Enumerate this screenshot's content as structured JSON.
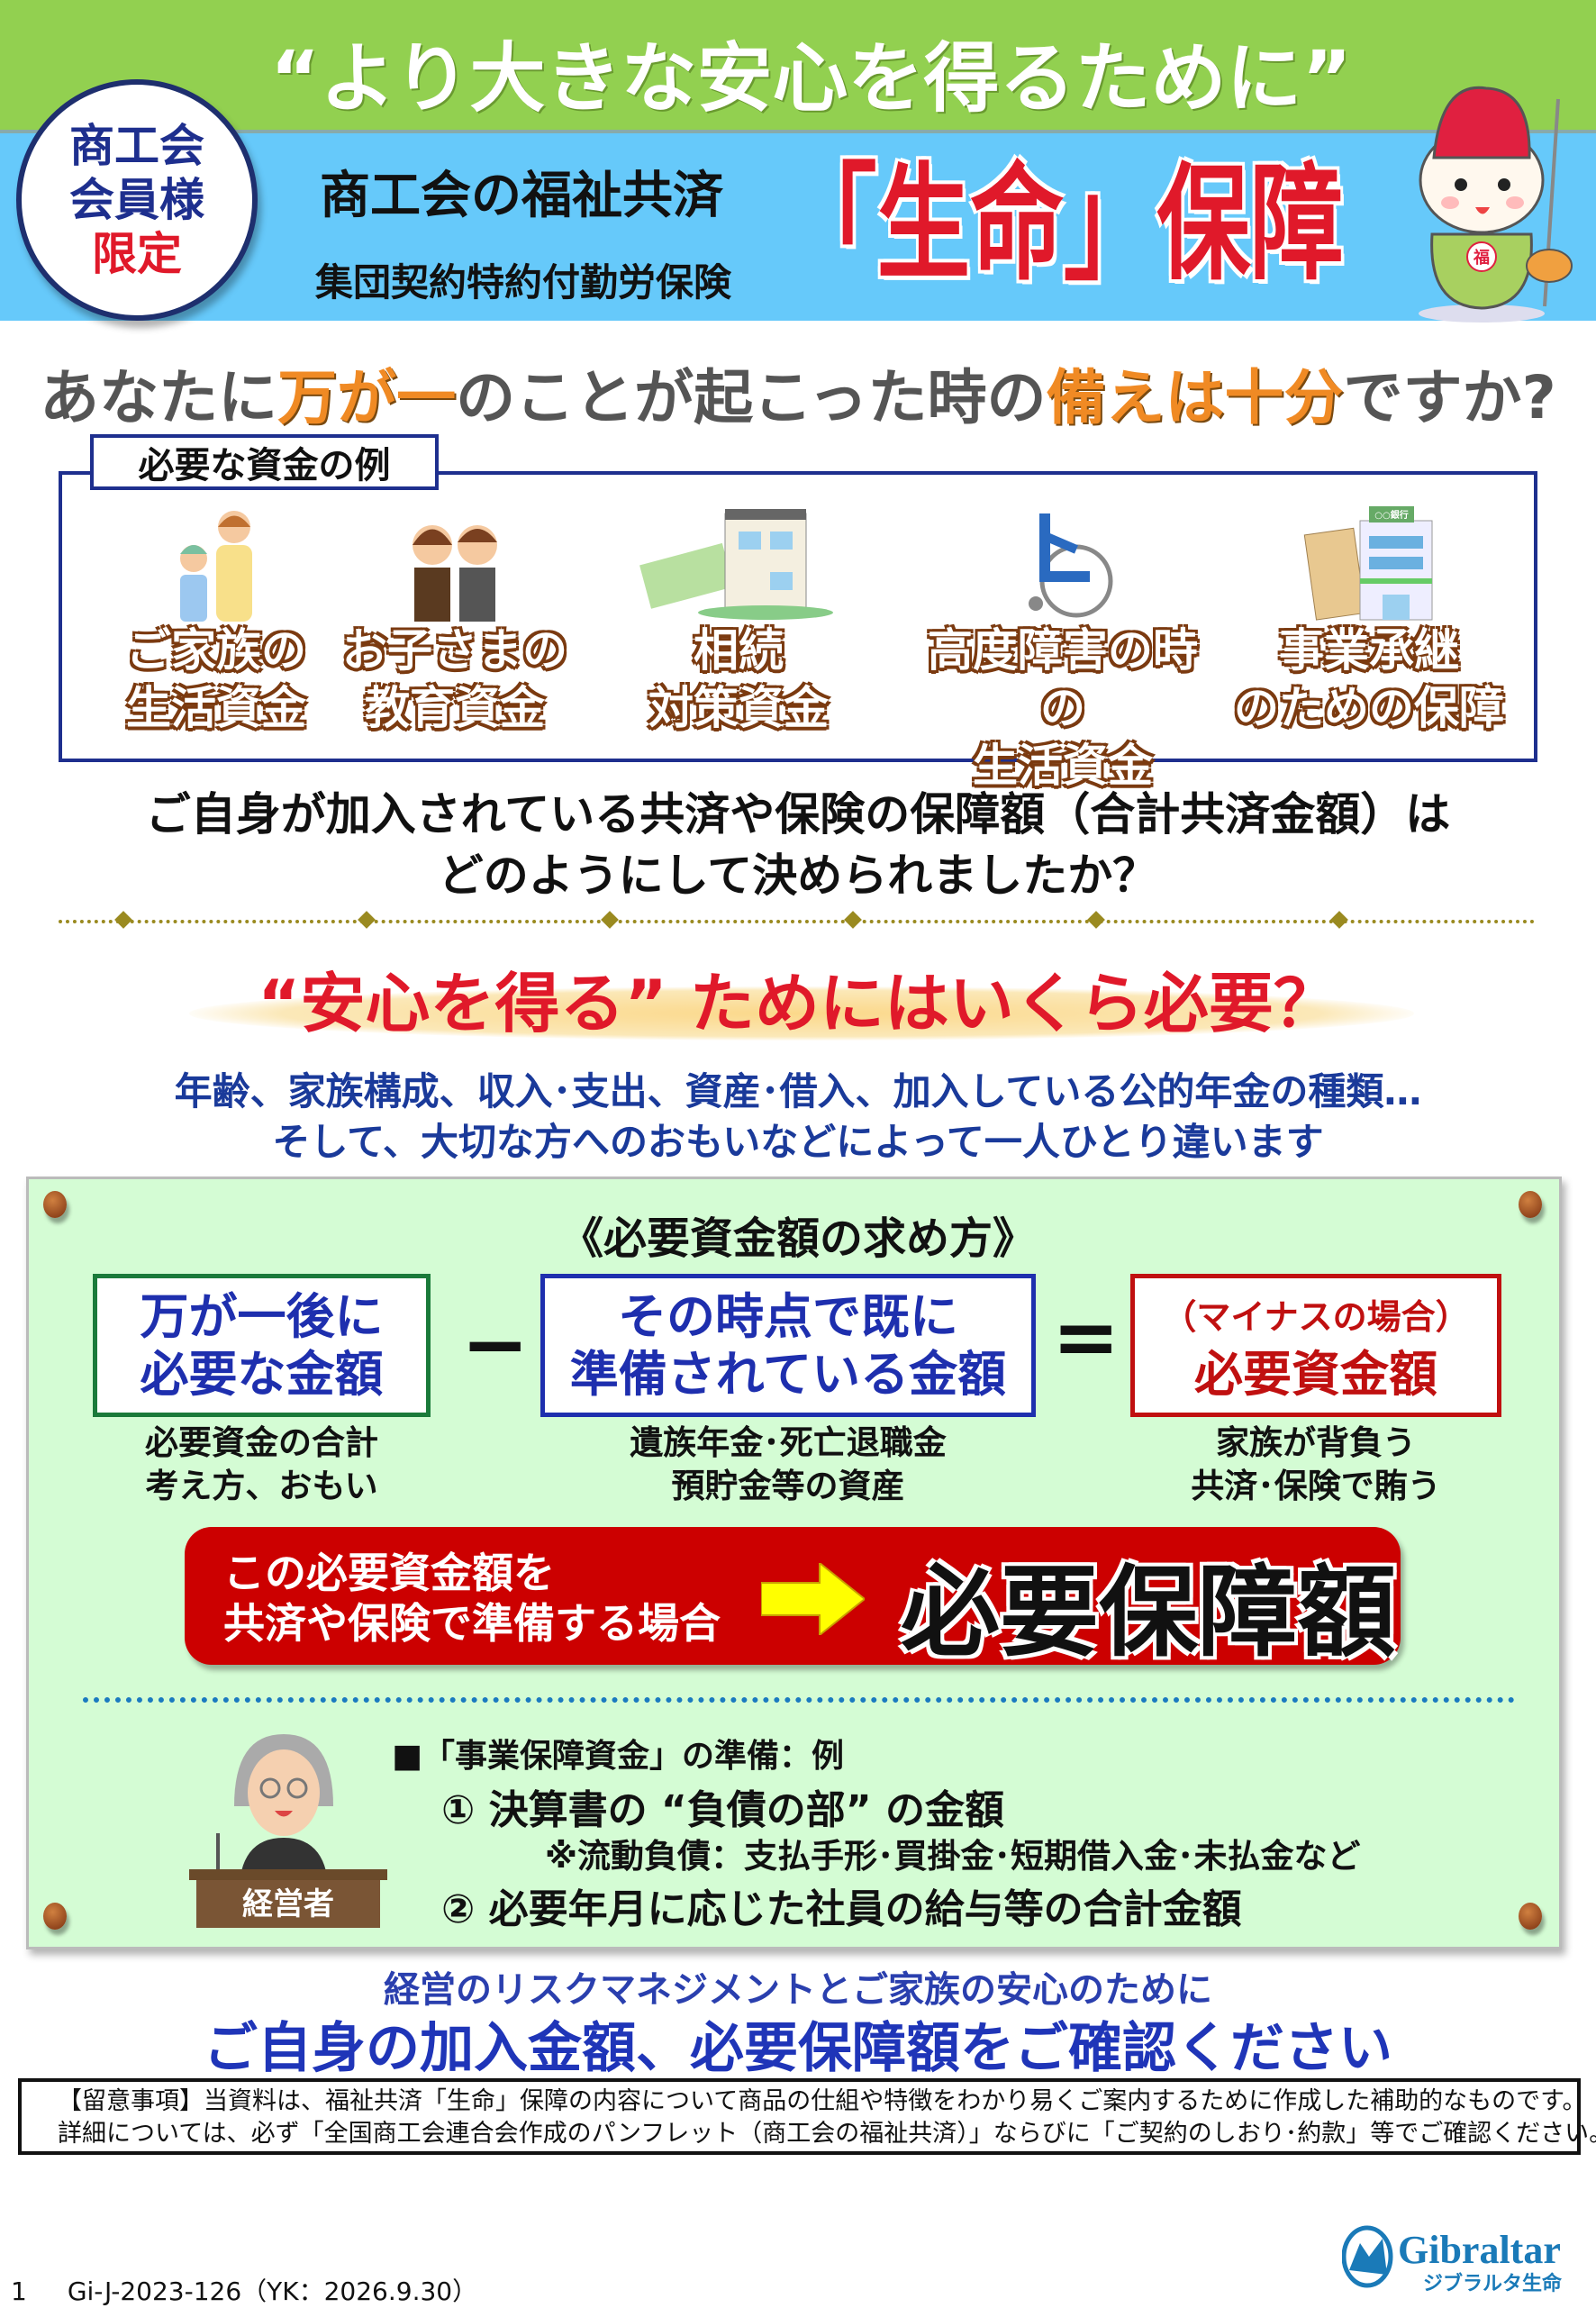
{
  "header": {
    "slogan": "“より大きな安心を得るために”",
    "badge": [
      "商工会",
      "会員様",
      "限定"
    ],
    "subtitle1": "商工会の福祉共済",
    "subtitle2": "集団契約特約付勤労保険",
    "product": "「生命」保障",
    "mascot_label": "福"
  },
  "question": {
    "p1": "あなたに",
    "h1": "万が一",
    "p2": "のことが起こった時の",
    "h2": "備えは十分",
    "p3": "ですか?"
  },
  "funds": {
    "label": "必要な資金の例",
    "items": [
      {
        "l1": "ご家族の",
        "l2": "生活資金",
        "icon": "family-icon"
      },
      {
        "l1": "お子さまの",
        "l2": "教育資金",
        "icon": "students-icon"
      },
      {
        "l1": "相続",
        "l2": "対策資金",
        "icon": "house-bankbook-icon"
      },
      {
        "l1": "高度障害の時の",
        "l2": "生活資金",
        "icon": "wheelchair-icon"
      },
      {
        "l1": "事業承継",
        "l2": "のための保障",
        "icon": "bank-document-icon"
      }
    ],
    "bank_sign": "○○銀行"
  },
  "ask": {
    "l1": "ご自身が加入されている共済や保険の保障額（合計共済金額）は",
    "l2": "どのようにして決められましたか？"
  },
  "howmuch": {
    "title": "“安心を得る” ためにはいくら必要？",
    "l1": "年齢、家族構成、収入･支出、資産･借入、加入している公的年金の種類…",
    "l2": "そして、大切な方へのおもいなどによって一人ひとり違います"
  },
  "formula": {
    "title": "《必要資金額の求め方》",
    "a": {
      "l1": "万が一後に",
      "l2": "必要な金額",
      "c1": "必要資金の合計",
      "c2": "考え方、おもい"
    },
    "minus": "−",
    "b": {
      "l1": "その時点で既に",
      "l2": "準備されている金額",
      "c1": "遺族年金･死亡退職金",
      "c2": "預貯金等の資産"
    },
    "equals": "=",
    "c": {
      "l1": "（マイナスの場合）",
      "l2": "必要資金額",
      "c1": "家族が背負う",
      "c2": "共済･保険で賄う"
    },
    "bar": {
      "l1": "この必要資金額を",
      "l2": "共済や保険で準備する場合",
      "result": "必要保障額"
    }
  },
  "business": {
    "heading": "■「事業保障資金」の準備：例",
    "i1": "① 決算書の “負債の部” の金額",
    "note": "※流動負債：支払手形･買掛金･短期借入金･未払金など",
    "i2": "② 必要年月に応じた社員の給与等の合計金額",
    "podium": "経営者"
  },
  "closing": {
    "l1": "経営のリスクマネジメントとご家族の安心のために",
    "l2": "ご自身の加入金額、必要保障額をご確認ください"
  },
  "notice": {
    "l1": "【留意事項】当資料は、福祉共済「生命」保障の内容について商品の仕組や特徴をわかり易くご案内するために作成した補助的なものです。",
    "l2": "詳細については、必ず「全国商工会連合会作成のパンフレット（商工会の福祉共済）」ならびに「ご契約のしおり･約款」等でご確認ください。"
  },
  "footer": {
    "page": "1",
    "code": "Gi-J-2023-126（YK：2026.9.30）",
    "logo_en": "Gibraltar",
    "logo_ja": "ジブラルタ生命"
  },
  "colors": {
    "green": "#92d050",
    "blue": "#66c9fa",
    "red": "#e0192a",
    "navy": "#1e2f8e",
    "orange": "#f08a24",
    "panel": "#d4fcd4"
  }
}
